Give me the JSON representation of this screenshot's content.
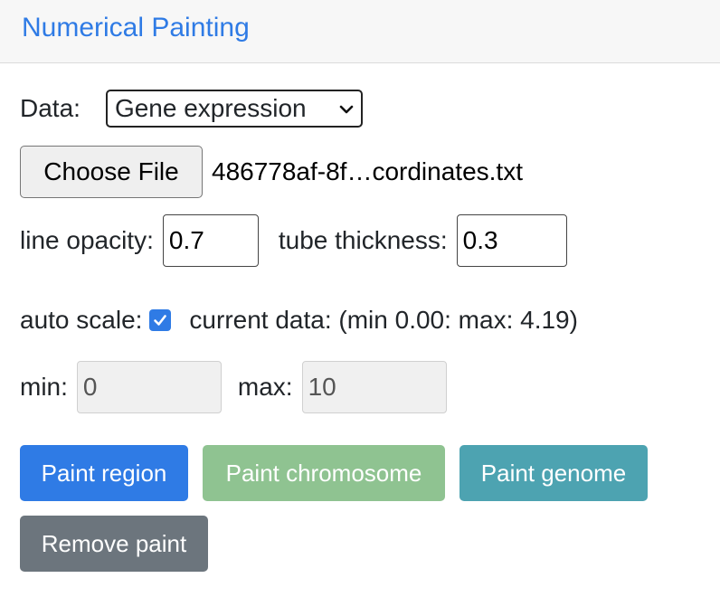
{
  "panel": {
    "title": "Numerical Painting"
  },
  "data_row": {
    "label": "Data:",
    "selected": "Gene expression"
  },
  "file_row": {
    "button_label": "Choose File",
    "file_name": "486778af-8f…cordinates.txt"
  },
  "opacity_row": {
    "opacity_label": "line opacity:",
    "opacity_value": "0.7",
    "thickness_label": "tube thickness:",
    "thickness_value": "0.3"
  },
  "auto_row": {
    "label": "auto scale:",
    "checked": true,
    "current_data": "current data: (min 0.00: max: 4.19)"
  },
  "minmax_row": {
    "min_label": "min:",
    "min_value": "0",
    "max_label": "max:",
    "max_value": "10"
  },
  "buttons": {
    "paint_region": "Paint region",
    "paint_chromosome": "Paint chromosome",
    "paint_genome": "Paint genome",
    "remove_paint": "Remove paint"
  },
  "colors": {
    "primary": "#2f7be5",
    "success_disabled": "#8fc391",
    "info": "#4da3b1",
    "secondary": "#6c757d"
  },
  "icons": {
    "select_chevron": "chevron-down-icon",
    "checkbox_check": "checkmark-icon"
  }
}
